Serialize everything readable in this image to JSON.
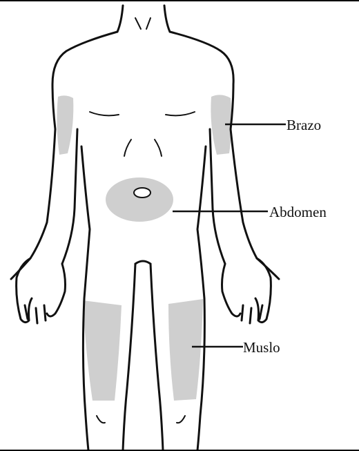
{
  "labels": {
    "arm": "Brazo",
    "abdomen": "Abdomen",
    "thigh": "Muslo"
  },
  "colors": {
    "outline": "#111111",
    "injection_area": "#cfcfcf",
    "background": "#ffffff"
  }
}
